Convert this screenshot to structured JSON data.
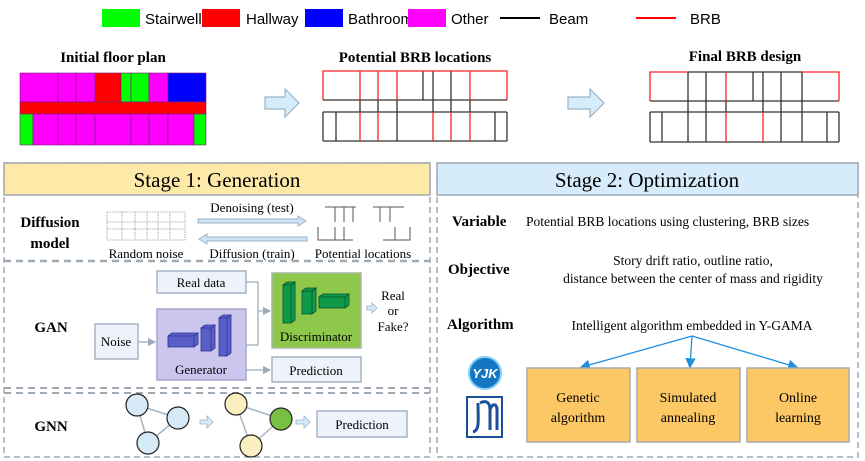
{
  "legend": [
    {
      "label": "Stairwell",
      "color": "#00ff00",
      "kind": "fill"
    },
    {
      "label": "Hallway",
      "color": "#ff0000",
      "kind": "fill"
    },
    {
      "label": "Bathroom",
      "color": "#0000ff",
      "kind": "fill"
    },
    {
      "label": "Other",
      "color": "#ff00ff",
      "kind": "fill"
    },
    {
      "label": "Beam",
      "color": "#000000",
      "kind": "line"
    },
    {
      "label": "BRB",
      "color": "#ff0000",
      "kind": "line"
    }
  ],
  "top": {
    "initial_title": "Initial  floor plan",
    "potential_title": "Potential BRB locations",
    "final_title": "Final BRB design"
  },
  "stage1": {
    "title": "Stage 1: Generation",
    "header_color": "#fdeaa8",
    "diffusion": {
      "label_line1": "Diffusion",
      "label_line2": "model",
      "denoising": "Denoising  (test)",
      "diffusion": "Diffusion (train)",
      "random_noise": "Random noise",
      "potential_locations": "Potential locations"
    },
    "gan": {
      "label": "GAN",
      "real_data": "Real data",
      "noise": "Noise",
      "generator": "Generator",
      "discriminator": "Discriminator",
      "prediction": "Prediction",
      "output_line1": "Real",
      "output_line2": "or",
      "output_line3": "Fake?"
    },
    "gnn": {
      "label": "GNN",
      "prediction": "Prediction"
    }
  },
  "stage2": {
    "title": "Stage 2: Optimization",
    "header_color": "#d6ecfa",
    "variable_label": "Variable",
    "variable_text": "Potential BRB locations using clustering, BRB sizes",
    "objective_label": "Objective",
    "objective_line1": "Story drift ratio, outline ratio,",
    "objective_line2": "distance between the center of mass and rigidity",
    "algorithm_label": "Algorithm",
    "algorithm_text": "Intelligent algorithm embedded in Y-GAMA",
    "methods": [
      {
        "line1": "Genetic",
        "line2": "algorithm"
      },
      {
        "line1": "Simulated",
        "line2": "annealing"
      },
      {
        "line1": "Online",
        "line2": "learning"
      }
    ],
    "logos": {
      "yjk": "YJK",
      "jr": "JR"
    }
  }
}
